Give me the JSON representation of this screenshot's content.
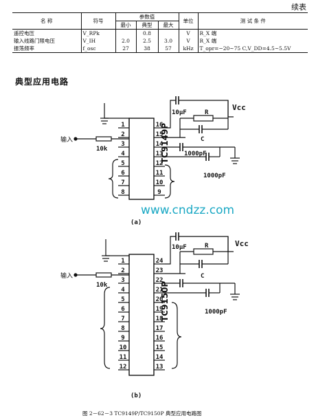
{
  "continued_label": "续表",
  "table": {
    "headers": {
      "name": "名 称",
      "symbol": "符号",
      "params": "参数值",
      "min": "最小",
      "typ": "典型",
      "max": "最大",
      "unit": "单位",
      "cond": "测 试 条 件"
    },
    "rows": [
      {
        "name": "遥控电压",
        "symbol": "V_RPk",
        "min": "",
        "typ": "0.8",
        "max": "",
        "unit": "V",
        "cond": "R_X 端"
      },
      {
        "name": "输入线路门限电压",
        "symbol": "V_IH",
        "min": "2.0",
        "typ": "2.5",
        "max": "3.0",
        "unit": "V",
        "cond": "R_X 端"
      },
      {
        "name": "振荡频率",
        "symbol": "f_osc",
        "min": "27",
        "typ": "38",
        "max": "57",
        "unit": "kHz",
        "cond": "T_opr=−20~75 C,V_DD=4.5~5.5V"
      }
    ]
  },
  "section_title": "典型应用电路",
  "circuit_a": {
    "chip": "TC9149P",
    "input_label": "输入",
    "resistor_in": "10k",
    "cap_top": "10μF",
    "res_r": "R",
    "cap_c": "C",
    "vcc": "Vcc",
    "cap_1000_a": "1000pF",
    "cap_1000_b": "1000pF",
    "left_pins": [
      "1",
      "2",
      "3",
      "4",
      "5",
      "6",
      "7",
      "8"
    ],
    "right_pins": [
      "16",
      "15",
      "14",
      "13",
      "12",
      "11",
      "10",
      "9"
    ],
    "label": "(a)"
  },
  "circuit_b": {
    "chip": "TC9150P",
    "input_label": "输入",
    "resistor_in": "10k",
    "cap_top": "10μF",
    "res_r": "R",
    "cap_c": "C",
    "vcc": "Vcc",
    "cap_1000": "1000pF",
    "left_pins": [
      "1",
      "2",
      "3",
      "4",
      "5",
      "6",
      "7",
      "8",
      "9",
      "10",
      "11",
      "12"
    ],
    "right_pins": [
      "24",
      "23",
      "22",
      "21",
      "20",
      "19",
      "18",
      "17",
      "16",
      "15",
      "14",
      "13"
    ],
    "label": "(b)"
  },
  "watermark": "www.cndzz.com",
  "caption": "图 2－62－3   TC9149P/TC9150P 典型应用电路图"
}
